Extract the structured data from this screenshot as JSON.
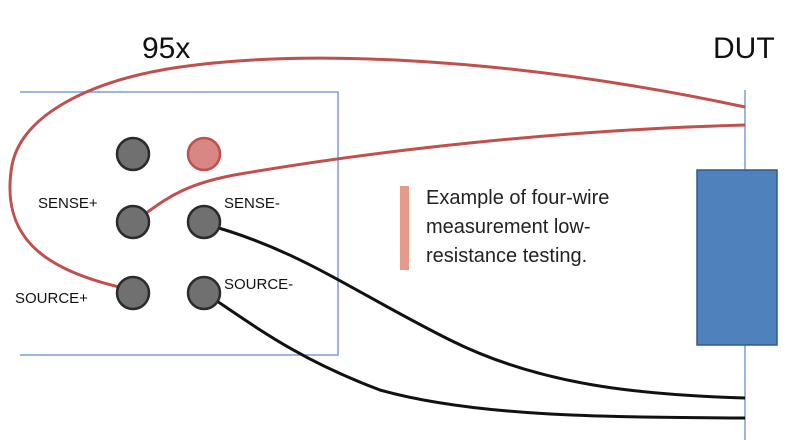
{
  "diagram": {
    "instrument_label": "95x",
    "dut_label": "DUT",
    "terminals": {
      "sense_plus": "SENSE+",
      "sense_minus": "SENSE-",
      "source_plus": "SOURCE+",
      "source_minus": "SOURCE-"
    },
    "caption": "Example of four-wire measurement low-resistance testing."
  },
  "colors": {
    "wire_red": "#c0504d",
    "wire_black": "#111111",
    "terminal_gray": "#707070",
    "terminal_inactive": "#d98784",
    "panel_border": "#7a9fd6",
    "dut_fill": "#4f81bd",
    "caption_bar": "#e69a8c"
  }
}
